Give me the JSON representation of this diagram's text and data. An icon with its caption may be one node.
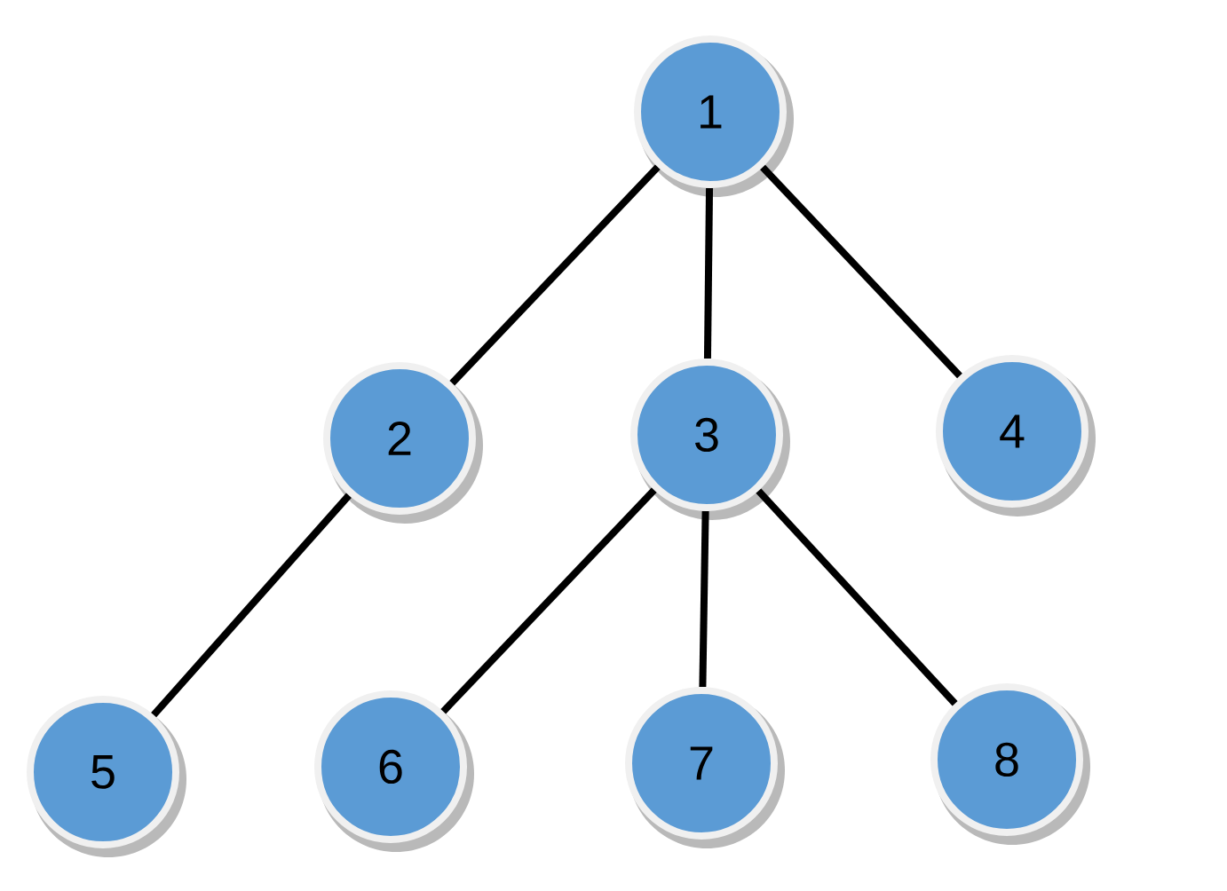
{
  "diagram": {
    "nodes": [
      {
        "text": [
          "1"
        ]
      },
      {
        "text": [
          "2"
        ]
      },
      {
        "text": [
          "3"
        ]
      },
      {
        "text": [
          "4"
        ]
      },
      {
        "text": [
          "5"
        ]
      },
      {
        "text": [
          "6"
        ]
      },
      {
        "text": [
          "7"
        ]
      },
      {
        "text": [
          "8"
        ]
      }
    ],
    "edges": [
      {
        "from": 0,
        "to": 1,
        "arrow": "none"
      },
      {
        "from": 0,
        "to": 2,
        "arrow": "none"
      },
      {
        "from": 0,
        "to": 3,
        "arrow": "none"
      },
      {
        "from": 1,
        "to": 4,
        "arrow": "none"
      },
      {
        "from": 2,
        "to": 5,
        "arrow": "none"
      },
      {
        "from": 2,
        "to": 6,
        "arrow": "none"
      },
      {
        "from": 2,
        "to": 7,
        "arrow": "none"
      }
    ]
  }
}
